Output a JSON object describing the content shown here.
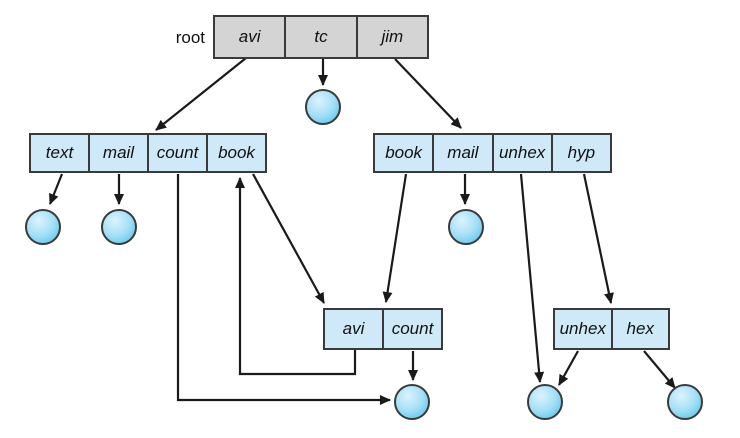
{
  "figure": {
    "root_label": "root",
    "directories": {
      "root": {
        "cells": [
          "avi",
          "tc",
          "jim"
        ]
      },
      "left": {
        "cells": [
          "text",
          "mail",
          "count",
          "book"
        ]
      },
      "right": {
        "cells": [
          "book",
          "mail",
          "unhex",
          "hyp"
        ]
      },
      "shared": {
        "cells": [
          "avi",
          "count"
        ]
      },
      "lower_right": {
        "cells": [
          "unhex",
          "hex"
        ]
      }
    },
    "colors": {
      "root_directory_fill": "#d4d4d4",
      "directory_fill": "#cfe9f8",
      "box_border": "#3a3a3a",
      "arrow": "#1a1a1a",
      "file_highlight": "#dcf3fd",
      "file_body": "#8fd8f4",
      "file_edge": "#5ec5ec"
    }
  }
}
